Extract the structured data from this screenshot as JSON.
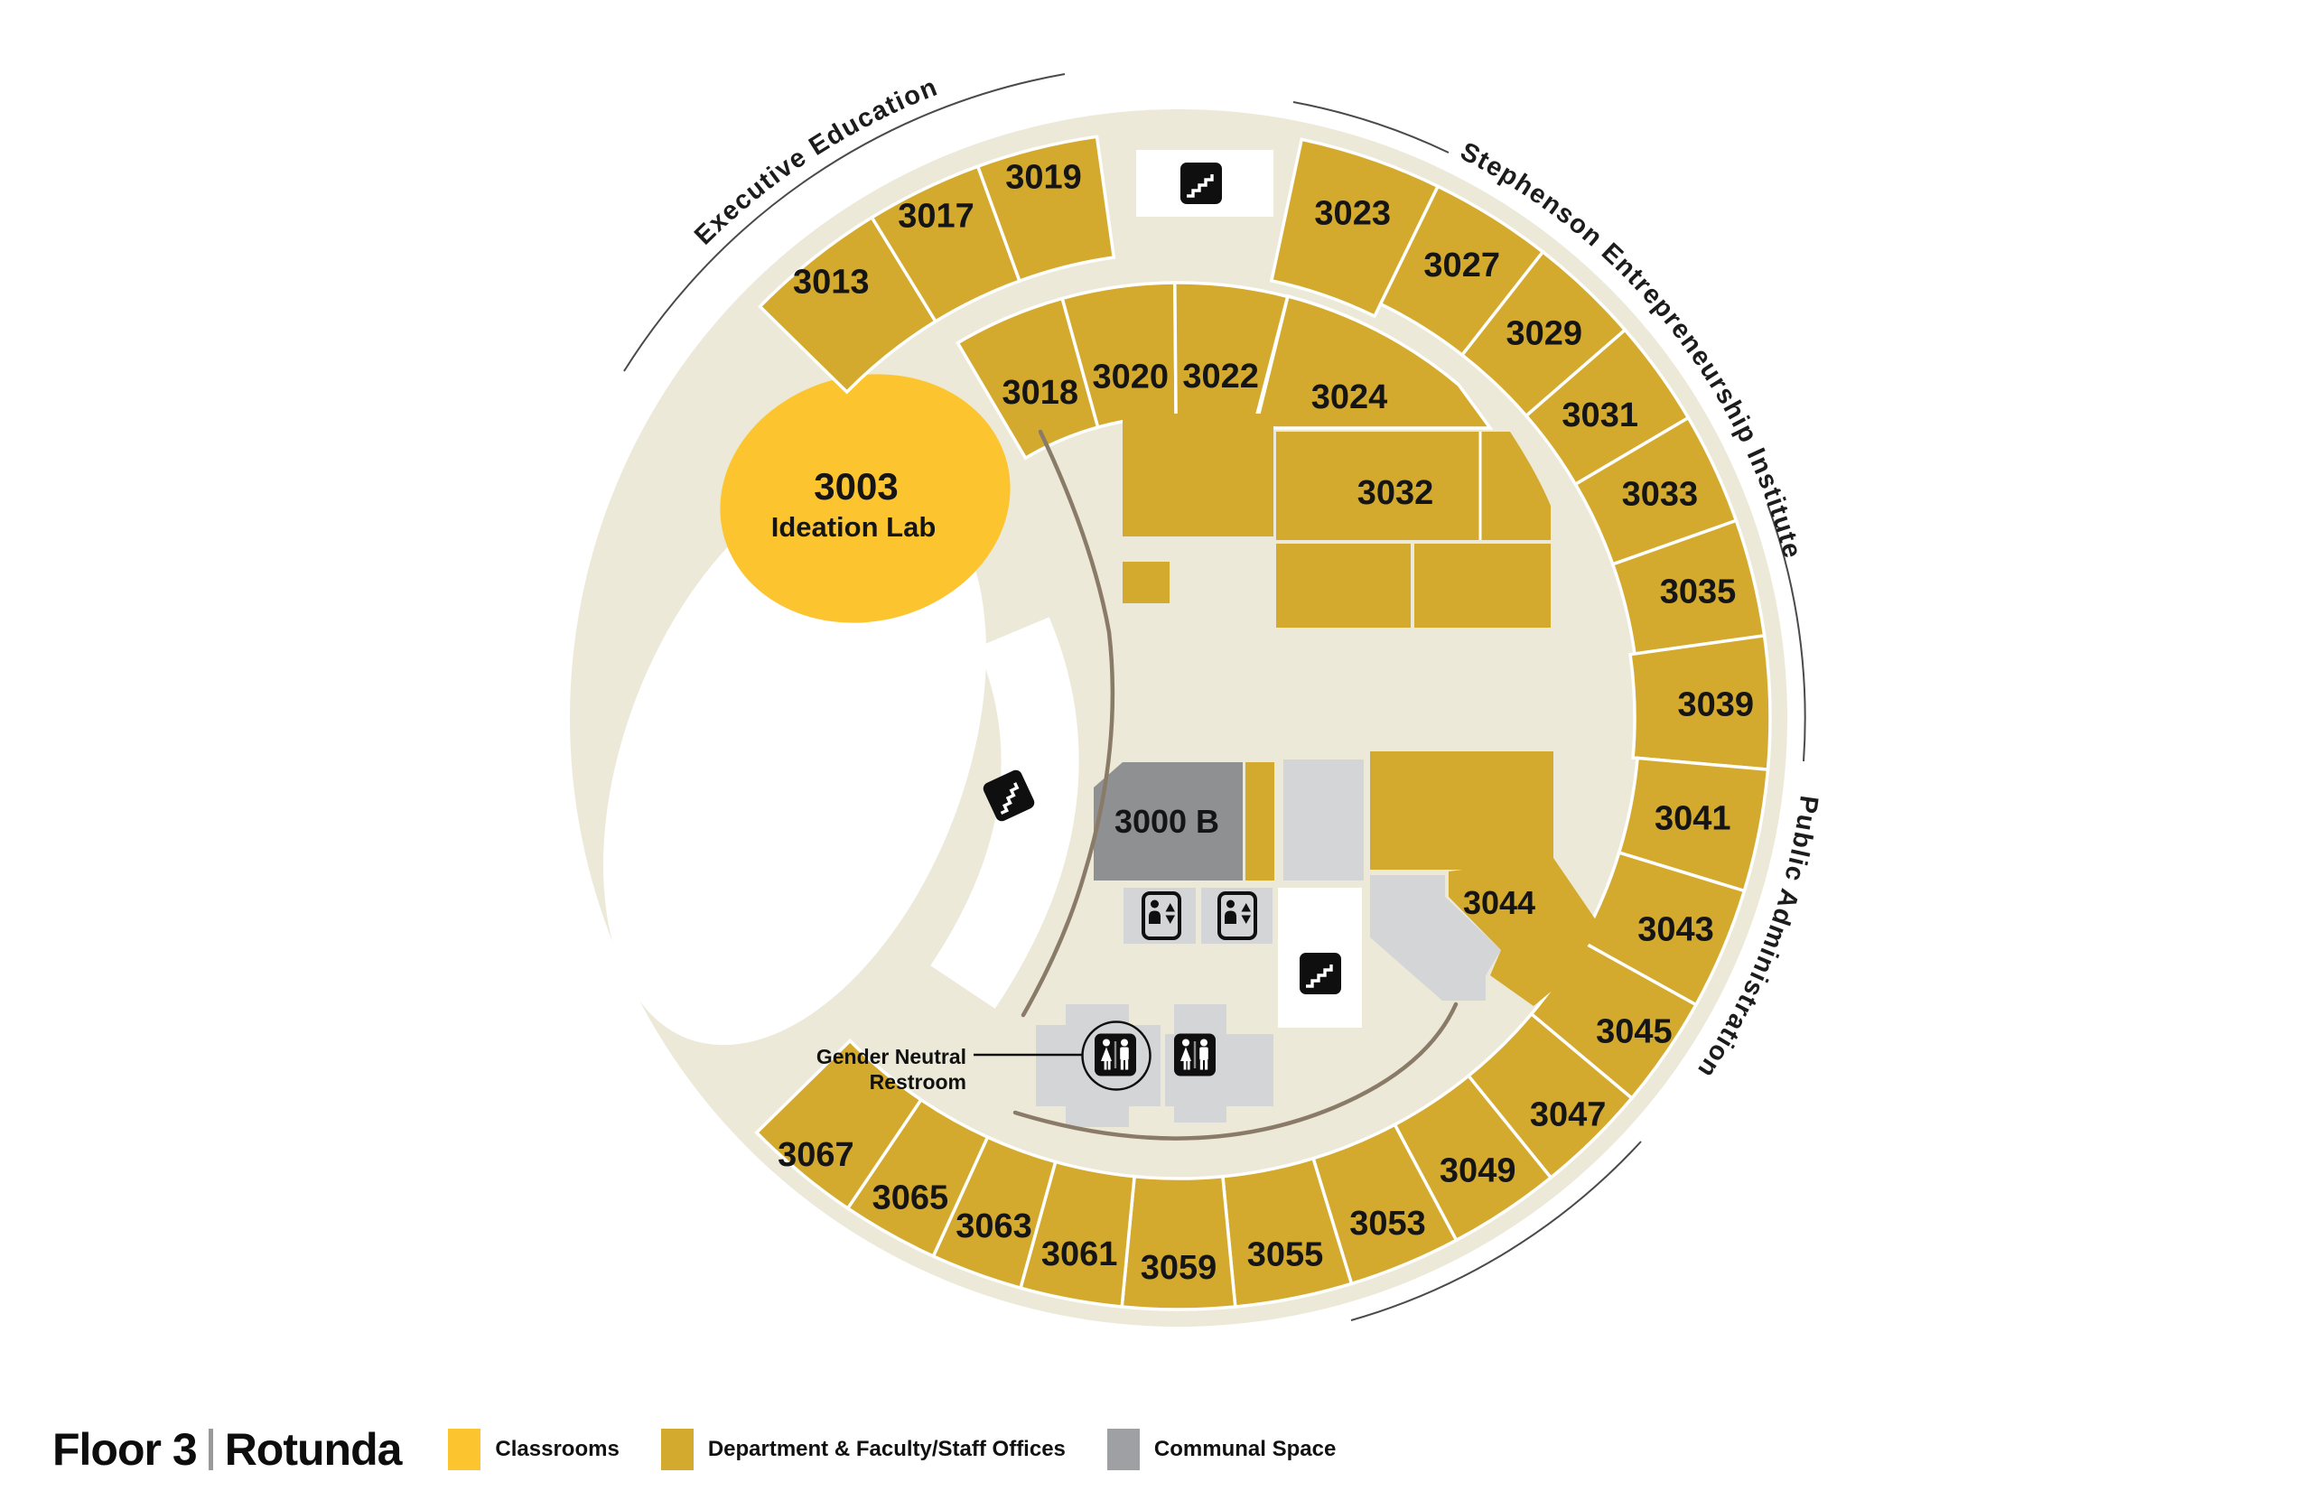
{
  "title": {
    "floor": "Floor 3",
    "divider": "|",
    "wing": "Rotunda"
  },
  "legend": [
    {
      "label": "Classrooms",
      "color": "#FCC52F"
    },
    {
      "label": "Department & Faculty/Staff Offices",
      "color": "#D3AA2E"
    },
    {
      "label": "Communal Space",
      "color": "#9FA0A3"
    }
  ],
  "map": {
    "curved_labels": {
      "top_left": "Executive Education",
      "top_right": "Stephenson Entrepreneurship Institute",
      "right": "Public Administration"
    },
    "classroom": {
      "number": "3003",
      "name": "Ideation Lab"
    },
    "ring_rooms": [
      {
        "label": "3013"
      },
      {
        "label": "3017"
      },
      {
        "label": "3019"
      },
      {
        "label": "3023"
      },
      {
        "label": "3027"
      },
      {
        "label": "3029"
      },
      {
        "label": "3031"
      },
      {
        "label": "3033"
      },
      {
        "label": "3035"
      },
      {
        "label": "3039"
      },
      {
        "label": "3041"
      },
      {
        "label": "3043"
      },
      {
        "label": "3045"
      },
      {
        "label": "3047"
      },
      {
        "label": "3049"
      },
      {
        "label": "3053"
      },
      {
        "label": "3055"
      },
      {
        "label": "3059"
      },
      {
        "label": "3061"
      },
      {
        "label": "3063"
      },
      {
        "label": "3065"
      },
      {
        "label": "3067"
      }
    ],
    "inner_ring_rooms": [
      {
        "label": "3018"
      },
      {
        "label": "3020"
      },
      {
        "label": "3022"
      }
    ],
    "inner_rooms": {
      "r3024": "3024",
      "r3032": "3032",
      "r3000b": "3000 B",
      "r3044": "3044"
    },
    "annotations": {
      "gender_neutral_restroom": [
        "Gender Neutral",
        "Restroom"
      ]
    },
    "icons": {
      "stairs": "stairs-icon",
      "elevator": "elevator-icon",
      "restroom": "restroom-icon"
    },
    "colors": {
      "classroom_yellow": "#FCC52F",
      "office_gold": "#D3AA2E",
      "ring_cream": "#EDE9D9",
      "communal_light_gray": "#D4D5D6",
      "communal_dark_gray": "#8F9092",
      "wall_brown": "#8A7B68",
      "icon_black": "#0F0F0F"
    }
  }
}
